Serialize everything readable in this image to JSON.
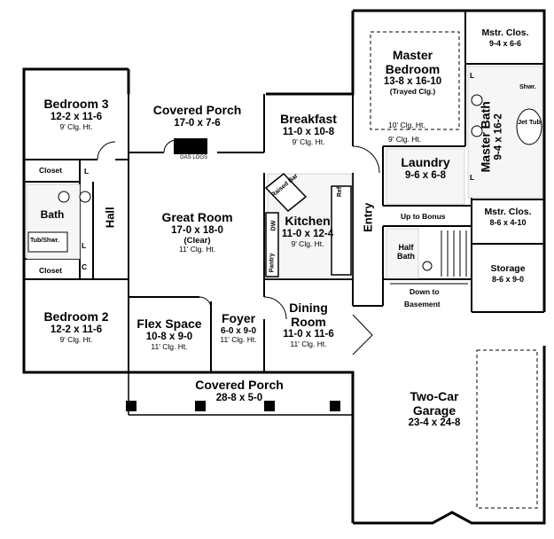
{
  "rooms": {
    "covered_porch_back": {
      "name": "Covered Porch",
      "size": "17-0 x 7-6"
    },
    "breakfast": {
      "name": "Breakfast",
      "size": "11-0 x 10-8",
      "note": "9' Clg. Ht."
    },
    "master_bedroom": {
      "name_line1": "Master",
      "name_line2": "Bedroom",
      "size": "13-8 x 16-10",
      "detail": "(Trayed Clg.)",
      "note_a": "10' Clg. Ht.",
      "note_b": "9' Clg. Ht."
    },
    "master_closet_top": {
      "name": "Mstr. Clos.",
      "size": "9-4 x 6-6"
    },
    "bedroom3": {
      "name": "Bedroom 3",
      "size": "12-2 x 11-6",
      "note": "9' Clg. Ht."
    },
    "great_room": {
      "name": "Great Room",
      "size": "17-0 x 18-0",
      "detail": "(Clear)",
      "note": "11' Clg. Ht."
    },
    "kitchen": {
      "name": "Kitchen",
      "size": "11-0 x 12-4",
      "note": "9' Clg. Ht."
    },
    "laundry": {
      "name": "Laundry",
      "size": "9-6 x 6-8"
    },
    "master_bath": {
      "name": "Master Bath",
      "size": "9-4 x 16-2"
    },
    "master_closet_bottom": {
      "name": "Mstr. Clos.",
      "size": "8-6 x 4-10"
    },
    "storage": {
      "name": "Storage",
      "size": "8-6 x 9-0"
    },
    "bath": {
      "name": "Bath"
    },
    "hall": {
      "name": "Hall"
    },
    "entry": {
      "name": "Entry"
    },
    "half_bath": {
      "name_line1": "Half",
      "name_line2": "Bath"
    },
    "bedroom2": {
      "name": "Bedroom 2",
      "size": "12-2 x 11-6",
      "note": "9' Clg. Ht."
    },
    "flex_space": {
      "name": "Flex Space",
      "size": "10-8 x 9-0",
      "note": "11' Clg. Ht."
    },
    "foyer": {
      "name": "Foyer",
      "size": "6-0 x 9-0",
      "note": "11' Clg. Ht."
    },
    "dining_room": {
      "name_line1": "Dining",
      "name_line2": "Room",
      "size": "11-0 x 11-6",
      "note": "11' Clg. Ht."
    },
    "covered_porch_front": {
      "name": "Covered Porch",
      "size": "28-8 x 5-0"
    },
    "garage": {
      "name_line1": "Two-Car",
      "name_line2": "Garage",
      "size": "23-4 x 24-8"
    }
  },
  "fixtures": {
    "closet_upper": "Closet",
    "closet_lower": "Closet",
    "linen_l1": "L",
    "linen_l2": "L",
    "linen_mb1": "L",
    "linen_mb2": "L",
    "coat_c": "C",
    "tub_shower": "Tub/Shwr.",
    "shower": "Shwr.",
    "jet_tub": "Jet Tub",
    "raised_bar": "Raised Bar",
    "refrigerator": "Ref.",
    "dishwasher": "DW",
    "pantry": "Pantry",
    "gas_logs": "GAS LOGS",
    "up_to_bonus": "Up to Bonus",
    "down_to_basement_1": "Down to",
    "down_to_basement_2": "Basement"
  }
}
